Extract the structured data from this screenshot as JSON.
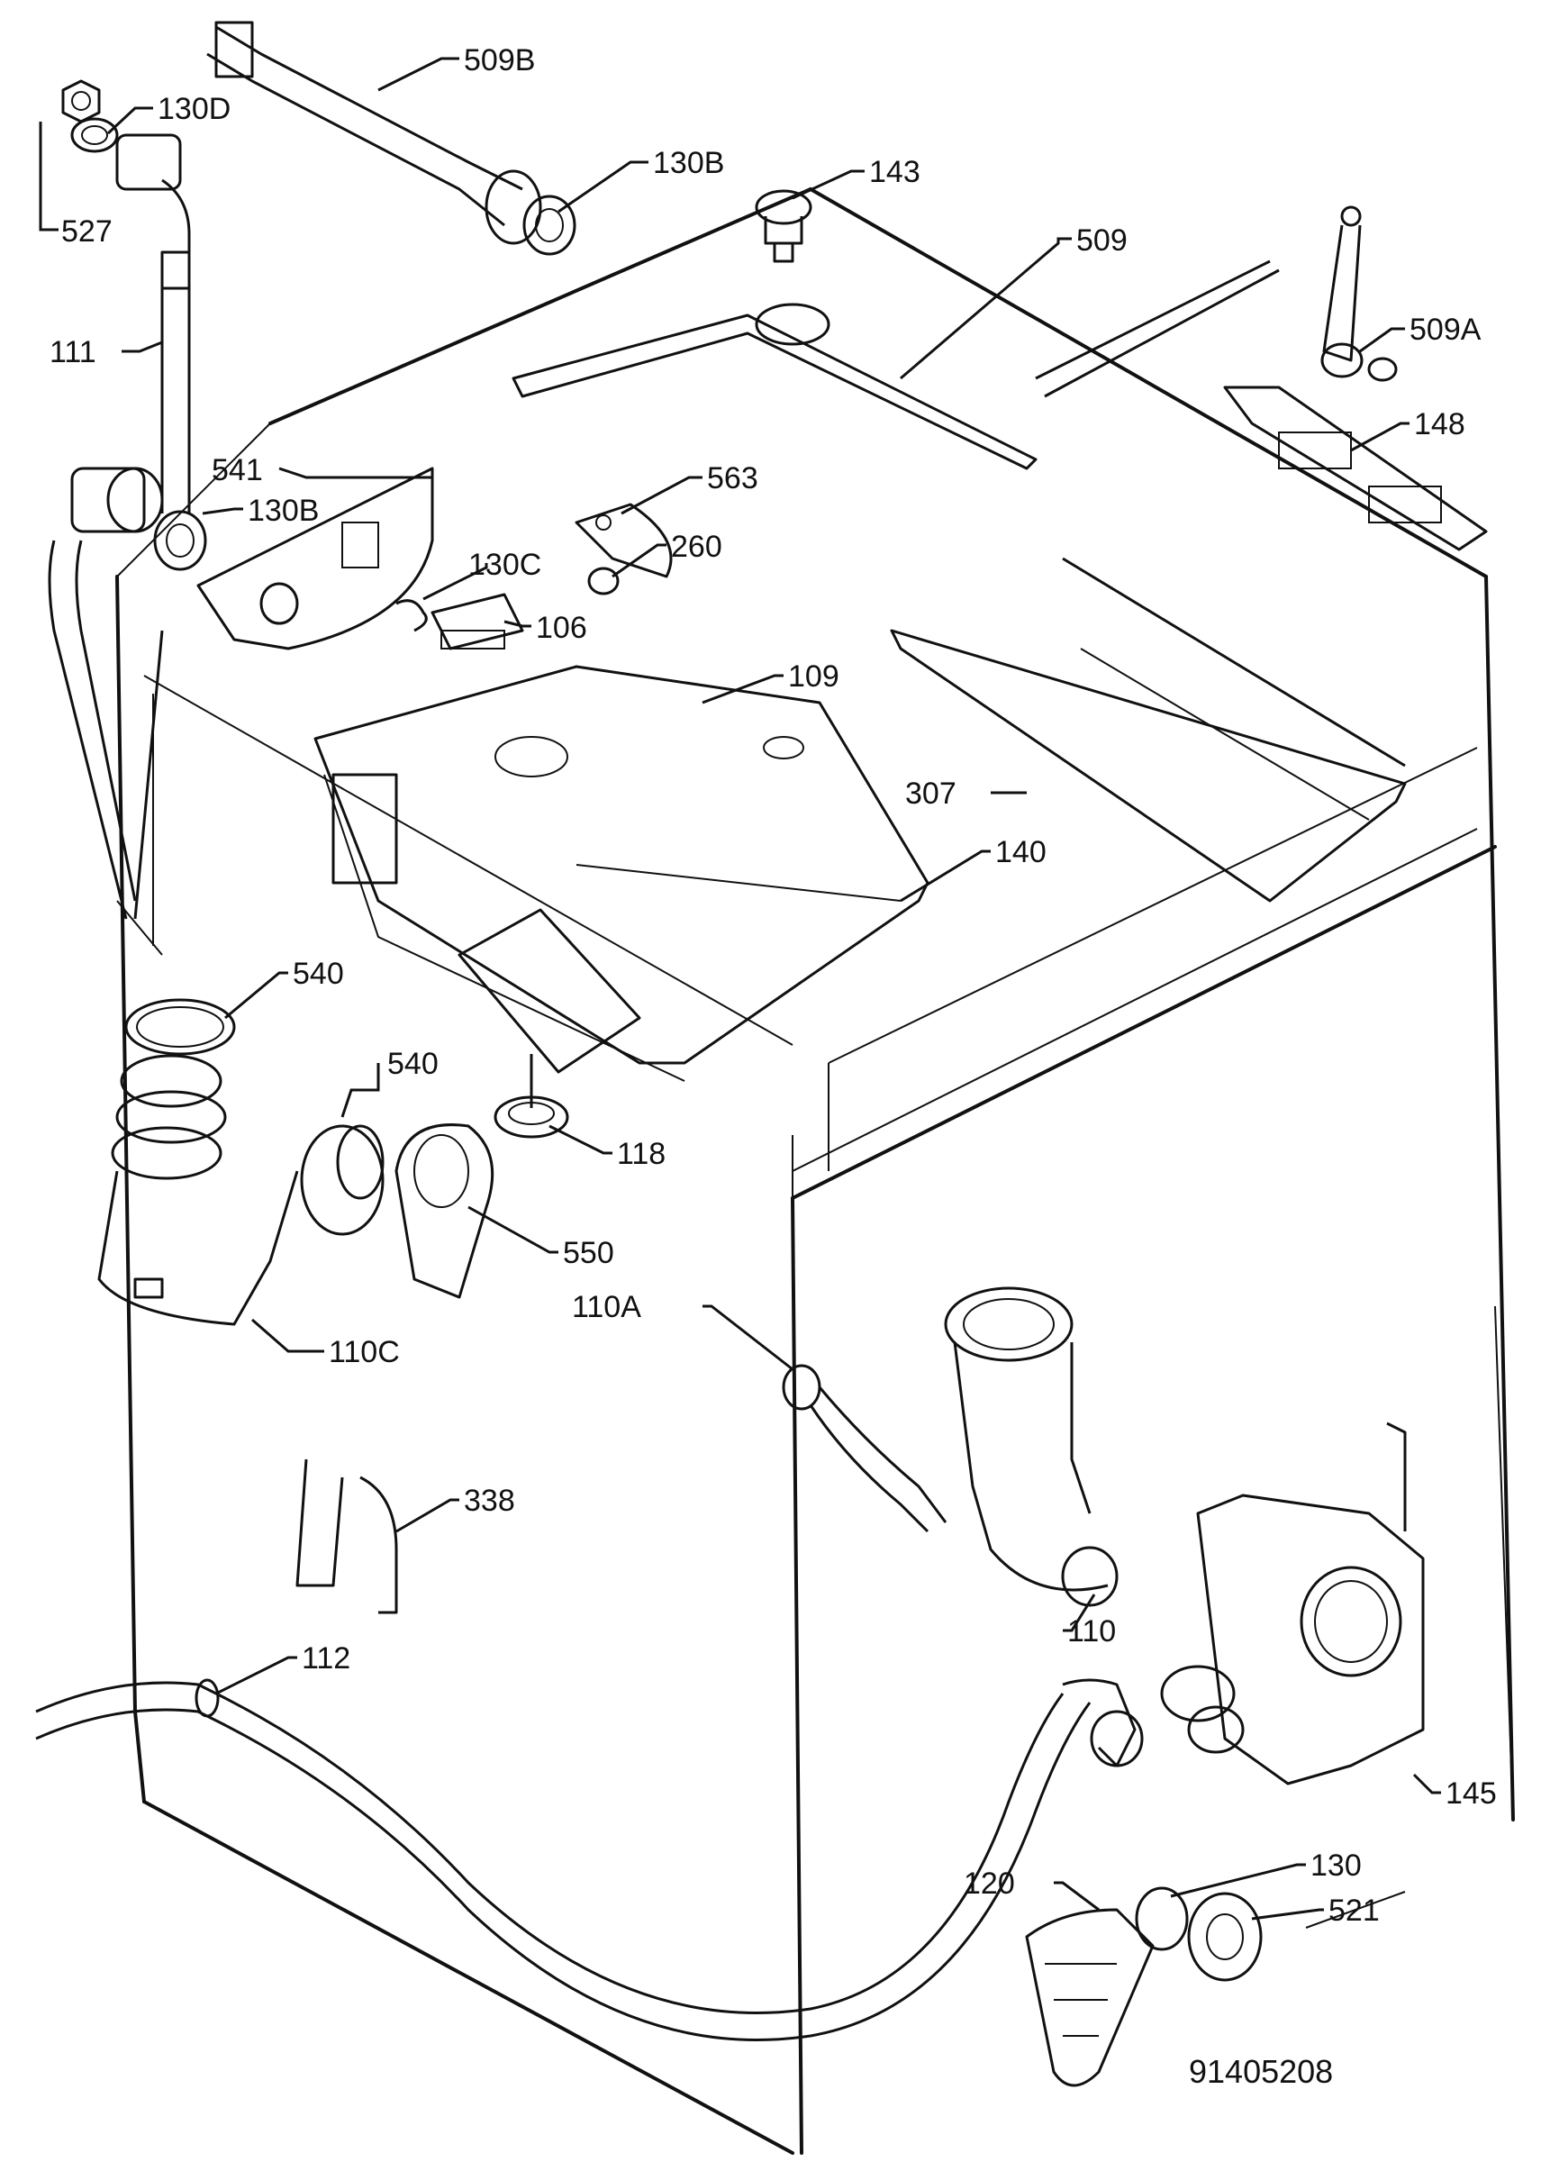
{
  "diagram_code": "91405208",
  "labels": {
    "l509B": "509B",
    "l130D": "130D",
    "l527": "527",
    "l130B_top": "130B",
    "l143": "143",
    "l509": "509",
    "l111": "111",
    "l509A": "509A",
    "l148": "148",
    "l541": "541",
    "l563": "563",
    "l130B": "130B",
    "l130C": "130C",
    "l260": "260",
    "l106": "106",
    "l109": "109",
    "l307": "307",
    "l140": "140",
    "l540_a": "540",
    "l540_b": "540",
    "l118": "118",
    "l550": "550",
    "l110C": "110C",
    "l110A": "110A",
    "l338": "338",
    "l112": "112",
    "l110": "110",
    "l145": "145",
    "l120": "120",
    "l130": "130",
    "l521": "521"
  }
}
